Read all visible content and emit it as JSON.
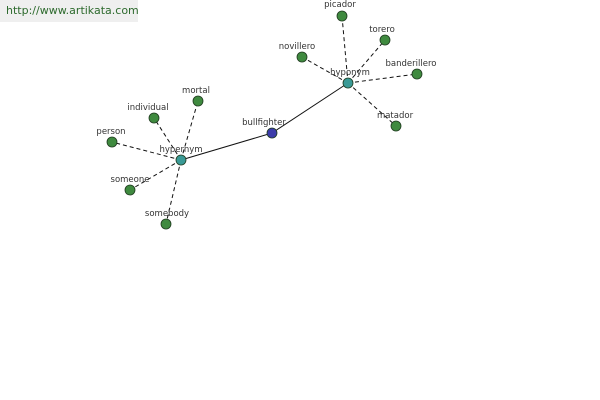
{
  "source": {
    "link_text": "http://www.artikata.com"
  },
  "colors": {
    "word_node": "#3c3caa",
    "hub_node": "#3a9a96",
    "leaf_node": "#3f8a3f",
    "edge": "#111111",
    "link_text": "#2d6a2d"
  },
  "graph": {
    "nodes": [
      {
        "id": "bullfighter",
        "label": "bullfighter",
        "kind": "word"
      },
      {
        "id": "hypernym",
        "label": "hypernym",
        "kind": "hub"
      },
      {
        "id": "hyponym",
        "label": "hyponym",
        "kind": "hub"
      },
      {
        "id": "person",
        "label": "person",
        "kind": "leaf"
      },
      {
        "id": "individual",
        "label": "individual",
        "kind": "leaf"
      },
      {
        "id": "mortal",
        "label": "mortal",
        "kind": "leaf"
      },
      {
        "id": "someone",
        "label": "someone",
        "kind": "leaf"
      },
      {
        "id": "somebody",
        "label": "somebody",
        "kind": "leaf"
      },
      {
        "id": "picador",
        "label": "picador",
        "kind": "leaf"
      },
      {
        "id": "novillero",
        "label": "novillero",
        "kind": "leaf"
      },
      {
        "id": "torero",
        "label": "torero",
        "kind": "leaf"
      },
      {
        "id": "banderillero",
        "label": "banderillero",
        "kind": "leaf"
      },
      {
        "id": "matador",
        "label": "matador",
        "kind": "leaf"
      }
    ],
    "edges": [
      {
        "from": "bullfighter",
        "to": "hypernym",
        "style": "solid"
      },
      {
        "from": "bullfighter",
        "to": "hyponym",
        "style": "solid"
      },
      {
        "from": "hypernym",
        "to": "person",
        "style": "dashed"
      },
      {
        "from": "hypernym",
        "to": "individual",
        "style": "dashed"
      },
      {
        "from": "hypernym",
        "to": "mortal",
        "style": "dashed"
      },
      {
        "from": "hypernym",
        "to": "someone",
        "style": "dashed"
      },
      {
        "from": "hypernym",
        "to": "somebody",
        "style": "dashed"
      },
      {
        "from": "hyponym",
        "to": "picador",
        "style": "dashed"
      },
      {
        "from": "hyponym",
        "to": "novillero",
        "style": "dashed"
      },
      {
        "from": "hyponym",
        "to": "torero",
        "style": "dashed"
      },
      {
        "from": "hyponym",
        "to": "banderillero",
        "style": "dashed"
      },
      {
        "from": "hyponym",
        "to": "matador",
        "style": "dashed"
      }
    ]
  }
}
